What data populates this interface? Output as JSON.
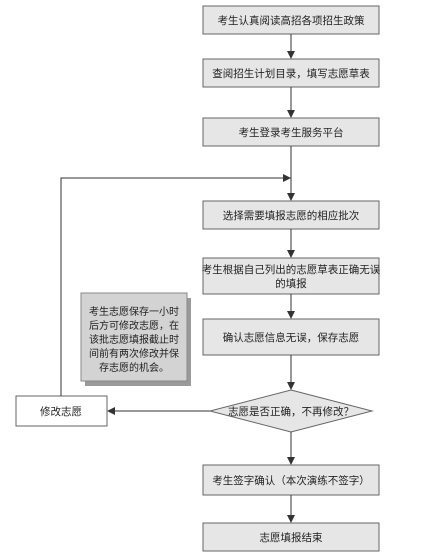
{
  "steps": [
    "考生认真阅读高招各项招生政策",
    "查阅招生计划目录，填写志愿草表",
    "考生登录考生服务平台",
    "选择需要填报志愿的相应批次",
    "考生根据自己列出的志愿草表正确无误",
    "的填报",
    "确认志愿信息无误，保存志愿",
    "考生签字确认（本次演练不签字）",
    "志愿填报结束"
  ],
  "decision": "志愿是否正确，不再修改？",
  "modify": "修改志愿",
  "note_lines": [
    "考生志愿保存一小时",
    "后方可修改志愿，在",
    "该批志愿填报截止时",
    "间前有两次修改并保",
    "存志愿的机会。"
  ],
  "colors": {
    "box_fill": "#e6e6e6",
    "box_stroke": "#666666",
    "note_fill": "#d3d3d3",
    "note_shadow": "#9a9a9a",
    "arrow": "#333333"
  }
}
